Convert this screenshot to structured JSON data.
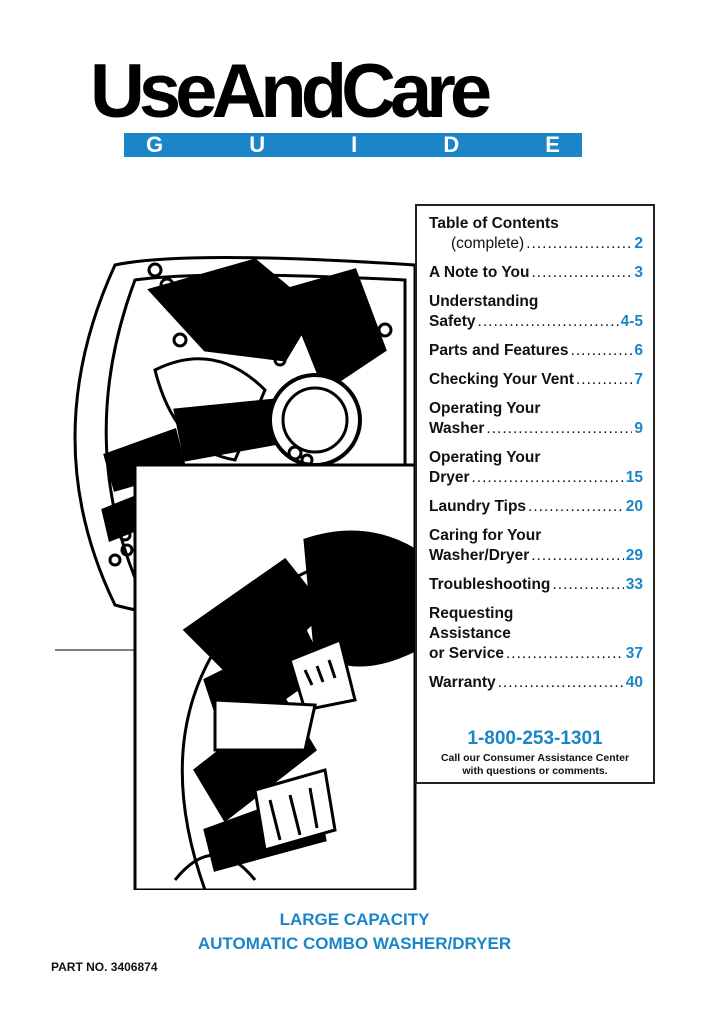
{
  "header": {
    "title": "UseAndCare",
    "guide_letters": [
      "G",
      "U",
      "I",
      "D",
      "E"
    ],
    "accent_color": "#1a86c8"
  },
  "toc": {
    "heading": "Table of Contents",
    "complete": {
      "label": "(complete)",
      "page": "2"
    },
    "items": [
      {
        "line1": "",
        "label": "A Note to You",
        "page": "3"
      },
      {
        "line1": "Understanding",
        "label": "Safety",
        "page": "4-5"
      },
      {
        "line1": "",
        "label": "Parts and Features",
        "page": "6"
      },
      {
        "line1": "",
        "label": "Checking Your Vent",
        "page": "7"
      },
      {
        "line1": "Operating Your",
        "label": "Washer",
        "page": "9"
      },
      {
        "line1": "Operating Your",
        "label": "Dryer",
        "page": "15"
      },
      {
        "line1": "",
        "label": "Laundry Tips",
        "page": "20"
      },
      {
        "line1": "Caring for Your",
        "label": "Washer/Dryer",
        "page": "29"
      },
      {
        "line1": "",
        "label": "Troubleshooting",
        "page": "33"
      },
      {
        "line1": "Requesting",
        "line2": "Assistance",
        "label": "or Service",
        "page": "37"
      },
      {
        "line1": "",
        "label": "Warranty",
        "page": "40"
      }
    ],
    "phone": "1-800-253-1301",
    "phone_note_1": "Call our Consumer Assistance Center",
    "phone_note_2": "with questions or comments."
  },
  "footer": {
    "subtitle_1": "LARGE CAPACITY",
    "subtitle_2": "AUTOMATIC COMBO WASHER/DRYER",
    "part_no": "PART NO. 3406874"
  }
}
